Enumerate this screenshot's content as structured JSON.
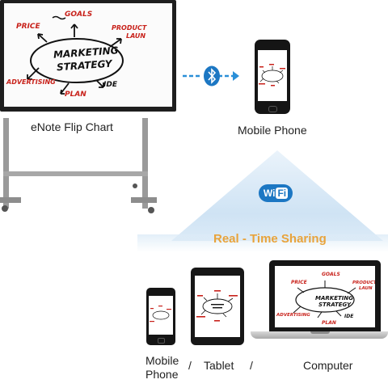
{
  "whiteboard": {
    "label": "eNote Flip Chart",
    "center_text": [
      "MARKETING",
      "STRATEGY"
    ],
    "notes": {
      "price": "PRICE",
      "goals": "GOALS",
      "product": [
        "PRODUCT",
        "LAUN"
      ],
      "advertising": "ADVERTISING",
      "ide": "IDE",
      "plan": "PLAN"
    }
  },
  "link": {
    "bluetooth_icon": "bluetooth-icon"
  },
  "phone_top": {
    "label": "Mobile Phone"
  },
  "wifi": {
    "badge": "WiFi",
    "wi": "Wi",
    "fi": "Fi"
  },
  "sharing": {
    "title": "Real - Time Sharing"
  },
  "devices": {
    "phone": {
      "label_line1": "Mobile",
      "label_line2": "Phone"
    },
    "sep1": "/",
    "tablet": {
      "label": "Tablet"
    },
    "sep2": "/",
    "computer": {
      "label": "Computer"
    }
  },
  "colors": {
    "accent_orange": "#e8a33b",
    "bluetooth_blue": "#1c77c3",
    "ink_red": "#c8221b",
    "ink_black": "#111111"
  }
}
